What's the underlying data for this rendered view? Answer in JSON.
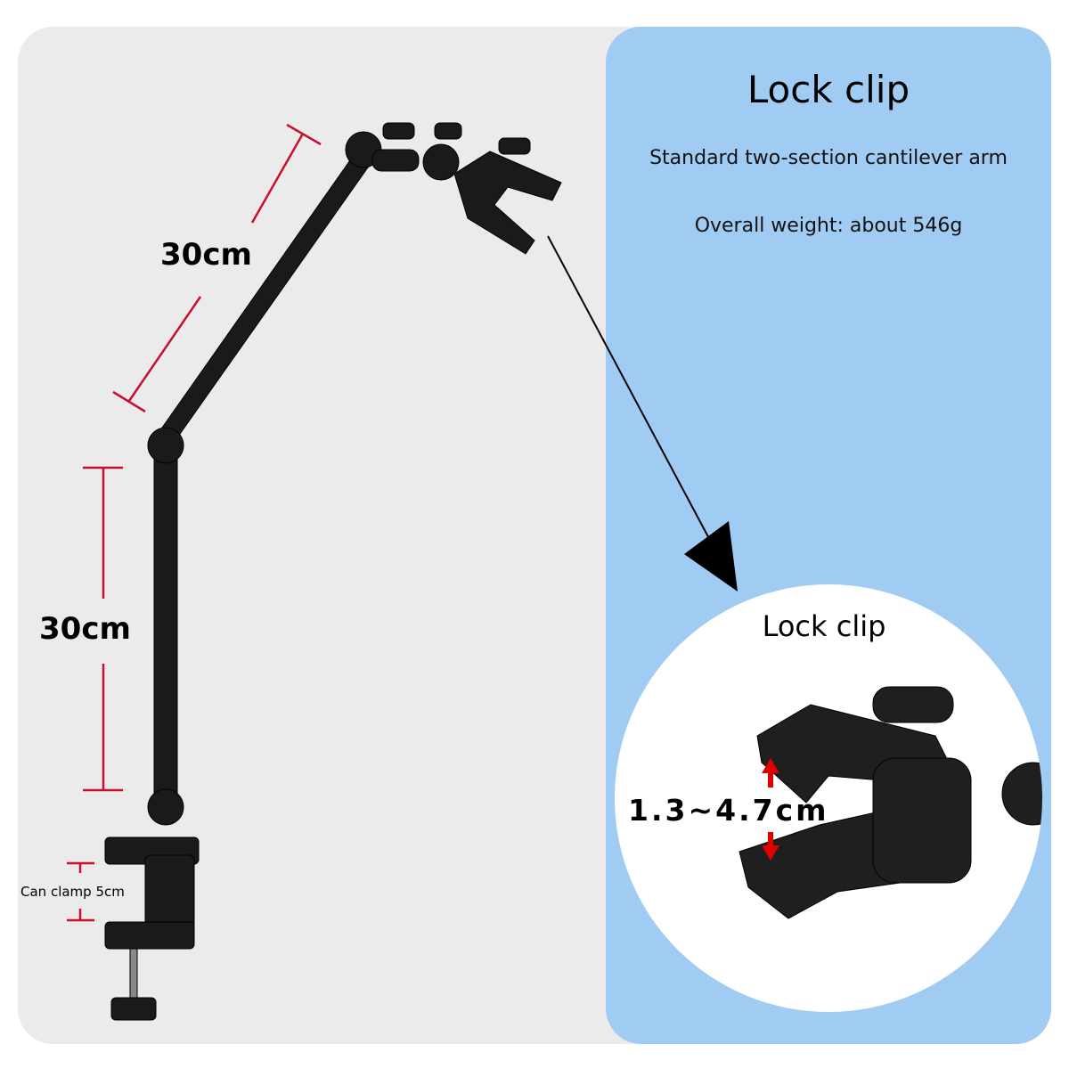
{
  "info": {
    "title": "Lock clip",
    "line1": "Standard two-section cantilever arm",
    "line2": "Overall weight: about 546g"
  },
  "dimensions": {
    "upper_arm": "30cm",
    "lower_arm": "30cm",
    "clamp_note": "Can clamp 5cm"
  },
  "detail": {
    "title": "Lock clip",
    "range": "1.3~4.7cm"
  },
  "colors": {
    "panel_gray": "#ebebeb",
    "panel_blue": "#a0cbf2",
    "measure_red": "#c8102e",
    "hardware": "#1a1a1a"
  }
}
